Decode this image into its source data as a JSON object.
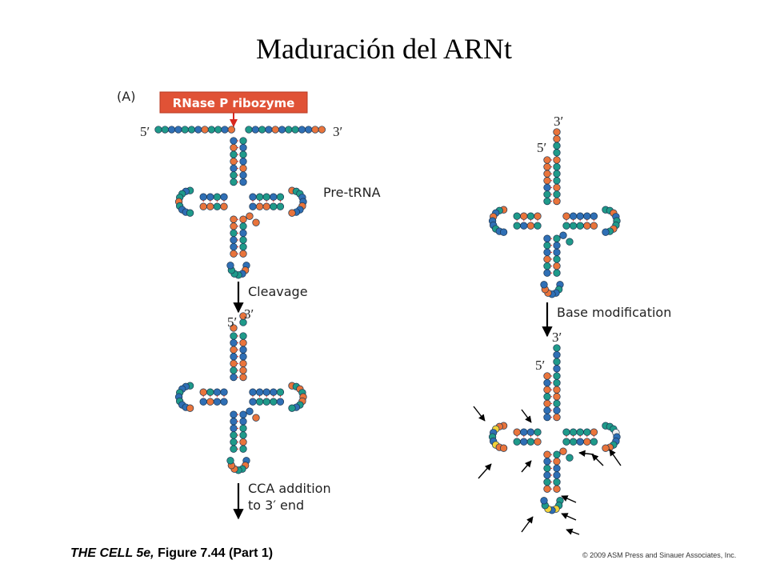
{
  "title": "Maduración del ARNt",
  "panel_label": "(A)",
  "enzyme_label": "RNase P ribozyme",
  "end_5": "5′",
  "end_3": "3′",
  "structure_label": "Pre-tRNA",
  "steps": {
    "cleavage": "Cleavage",
    "cca_line1": "CCA addition",
    "cca_line2": "to 3′ end",
    "base_mod": "Base modification"
  },
  "footer": {
    "figure_ref_italic": "THE CELL 5e,",
    "figure_ref_rest": " Figure 7.44 (Part 1)",
    "copyright": "© 2009 ASM Press and Sinauer Associates, Inc."
  },
  "colors": {
    "nucleotide_blue": "#2f6fb5",
    "nucleotide_teal": "#1f9a8a",
    "nucleotide_orange": "#e9743b",
    "modified_yellow": "#f2d33a",
    "modified_white": "#eeeeee",
    "pair_line": "#d8281f",
    "enzyme_box": "#e05236"
  },
  "icons": [
    "arrow-down-icon",
    "pointer-arrow-icon"
  ]
}
